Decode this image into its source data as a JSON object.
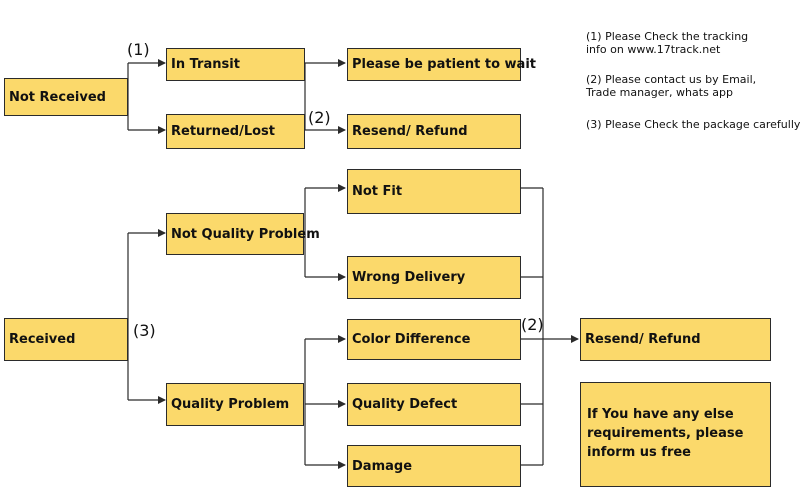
{
  "boxes": {
    "not_received": "Not Received",
    "in_transit": "In Transit",
    "patient_wait": "Please be patient to wait",
    "returned_lost": "Returned/Lost",
    "resend_refund_top": "Resend/ Refund",
    "not_fit": "Not Fit",
    "not_quality_problem": "Not Quality Problem",
    "wrong_delivery": "Wrong Delivery",
    "received": "Received",
    "color_difference": "Color Difference",
    "resend_refund_bottom": "Resend/ Refund",
    "quality_problem": "Quality Problem",
    "quality_defect": "Quality Defect",
    "damage": "Damage",
    "else_requirements": "If You have any else requirements, please inform us free"
  },
  "markers": {
    "m1": "(1)",
    "m2_top": "(2)",
    "m3": "(3)",
    "m2_bottom": "(2)"
  },
  "notes": {
    "note1_line1": "(1) Please Check the tracking",
    "note1_line2": "info on www.17track.net",
    "note2_line1": "(2) Please contact us by Email,",
    "note2_line2": "Trade manager, whats app",
    "note3": "(3) Please Check the package carefully"
  },
  "colors": {
    "box_fill": "#fbd96b",
    "line": "#2b2b2b"
  }
}
